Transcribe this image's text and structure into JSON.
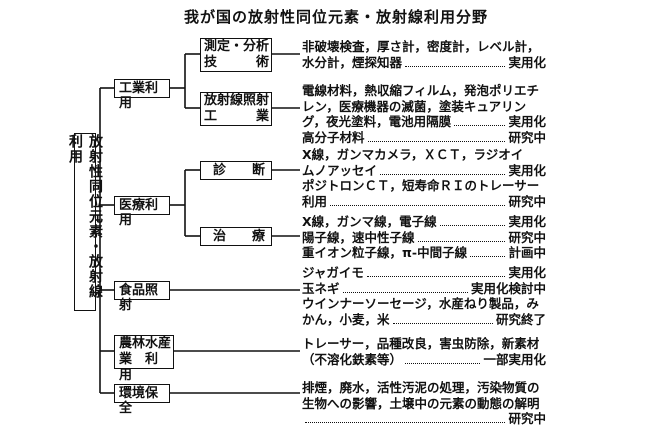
{
  "title": "我が国の放射性同位元素・放射線利用分野",
  "root": "放射性同位元素・放射線利用",
  "categories": [
    {
      "label": "工業利用",
      "subs": [
        {
          "label_lines": [
            "測定・分析",
            "技　　　術"
          ],
          "desc": [
            {
              "text": "非破壊検査，厚さ計，密度計，レベル計，",
              "status": ""
            },
            {
              "text": "水分計，煙探知器",
              "status": "実用化"
            }
          ]
        },
        {
          "label_lines": [
            "放射線照射",
            "工　　　業"
          ],
          "desc": [
            {
              "text": "電線材料，熱収縮フィルム，発泡ポリエチ",
              "status": ""
            },
            {
              "text": "レン，医療機器の滅菌，塗装キュアリン",
              "status": ""
            },
            {
              "text": "グ，夜光塗料，電池用隔膜",
              "status": "実用化"
            },
            {
              "text": "高分子材料",
              "status": "研究中"
            }
          ]
        }
      ]
    },
    {
      "label": "医療利用",
      "subs": [
        {
          "label_lines": [
            "診　　断"
          ],
          "desc": [
            {
              "text": "X線，ガンマカメラ，ＸＣＴ，ラジオイ",
              "status": ""
            },
            {
              "text": "ムノアッセイ",
              "status": "実用化"
            },
            {
              "text": "ポジトロンＣＴ，短寿命ＲＩのトレーサー",
              "status": ""
            },
            {
              "text": "利用",
              "status": "研究中"
            }
          ]
        },
        {
          "label_lines": [
            "治　　療"
          ],
          "desc": [
            {
              "text": "X線，ガンマ線，電子線",
              "status": "実用化"
            },
            {
              "text": "陽子線，速中性子線",
              "status": "研究中"
            },
            {
              "text": "重イオン粒子線，π-中間子線",
              "status": "計画中"
            }
          ]
        }
      ]
    },
    {
      "label": "食品照射",
      "desc": [
        {
          "text": "ジャガイモ",
          "status": "実用化"
        },
        {
          "text": "玉ネギ",
          "status": "実用化検討中"
        },
        {
          "text": "ウインナーソーセージ，水産ねり製品，み",
          "status": ""
        },
        {
          "text": "かん，小麦，米",
          "status": "研究終了"
        }
      ]
    },
    {
      "label_lines": [
        "農林水産",
        "業　利　用"
      ],
      "desc": [
        {
          "text": "トレーサー，品種改良，害虫防除，新素材",
          "status": ""
        },
        {
          "text": "（不溶化鉄素等）",
          "status": "一部実用化"
        }
      ]
    },
    {
      "label": "環境保全",
      "desc": [
        {
          "text": "排煙，廃水，活性汚泥の処理，汚染物質の",
          "status": ""
        },
        {
          "text": "生物への影響，土壌中の元素の動態の解明",
          "status": ""
        },
        {
          "text": "",
          "status": "研究中"
        }
      ]
    }
  ]
}
